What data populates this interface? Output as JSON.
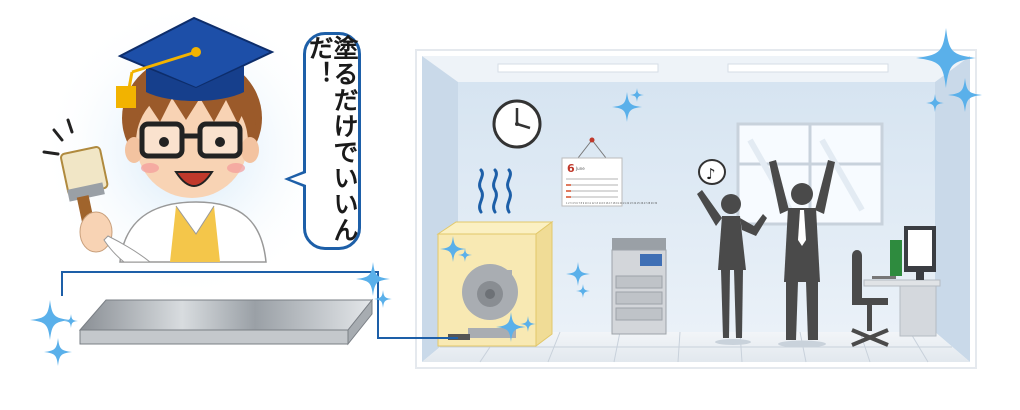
{
  "speech_bubble": {
    "text": "塗るだけでいいんだ！"
  },
  "calendar": {
    "month": "6",
    "month_word": "June",
    "dates": "1 2 3 4 5 6 7 8 9 10 11 12 13 14 15 16 17 18 19 20 21 22 23 24 25 26 27 28 29 30"
  },
  "colors": {
    "accent_blue": "#1d5fa8",
    "sparkle_blue": "#5ab0ea",
    "wall": "#dfeaf4",
    "silhouette": "#4a4a4a"
  },
  "icons": [
    "graduation-cap-icon",
    "paint-brush-icon",
    "wall-clock-icon",
    "calendar-icon",
    "music-note-icon",
    "sparkle-icon",
    "heat-wave-icon",
    "fan-icon"
  ]
}
